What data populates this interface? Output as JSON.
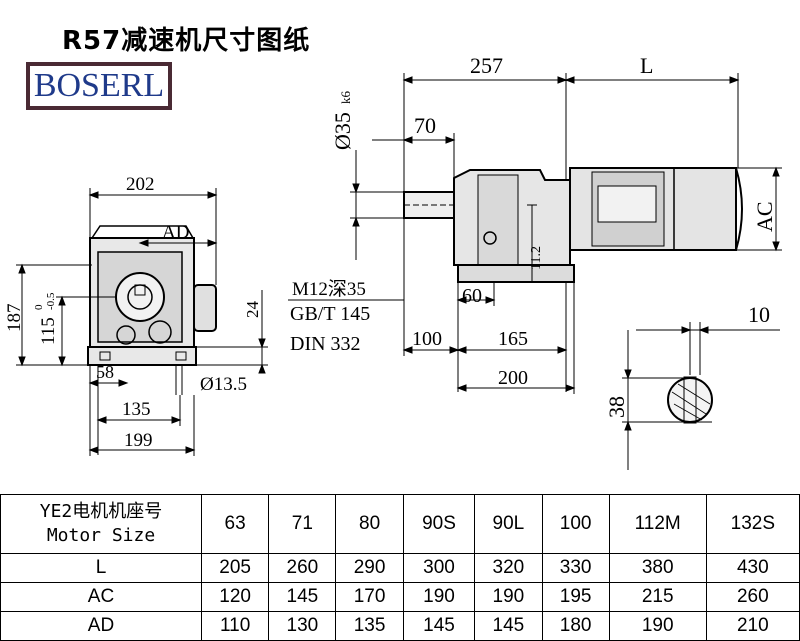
{
  "title": "R57减速机尺寸图纸",
  "brand": "BOSERL",
  "dimensions": {
    "side_width": "202",
    "ad": "AD",
    "height_187": "187",
    "height_115": "115",
    "tol_upper": "0",
    "tol_lower": "-0.5",
    "d24": "24",
    "d58": "58",
    "hole": "Ø13.5",
    "d135": "135",
    "d199": "199",
    "d257": "257",
    "L": "L",
    "shaft": "Ø35",
    "shaft_tol": "k6",
    "d70": "70",
    "ac": "AC",
    "d11_2": "11.2",
    "d60": "60",
    "d100": "100",
    "d165": "165",
    "d200": "200",
    "d10": "10",
    "d38": "38",
    "thread": "M12深35",
    "std1": "GB/T 145",
    "std2": "DIN 332"
  },
  "table": {
    "header_cn": "YE2电机机座号",
    "header_en": "Motor Size",
    "sizes": [
      "63",
      "71",
      "80",
      "90S",
      "90L",
      "100",
      "112M",
      "132S"
    ],
    "rows": [
      {
        "label": "L",
        "values": [
          "205",
          "260",
          "290",
          "300",
          "320",
          "330",
          "380",
          "430"
        ]
      },
      {
        "label": "AC",
        "values": [
          "120",
          "145",
          "170",
          "190",
          "190",
          "195",
          "215",
          "260"
        ]
      },
      {
        "label": "AD",
        "values": [
          "110",
          "130",
          "135",
          "145",
          "145",
          "180",
          "190",
          "210"
        ]
      }
    ]
  }
}
